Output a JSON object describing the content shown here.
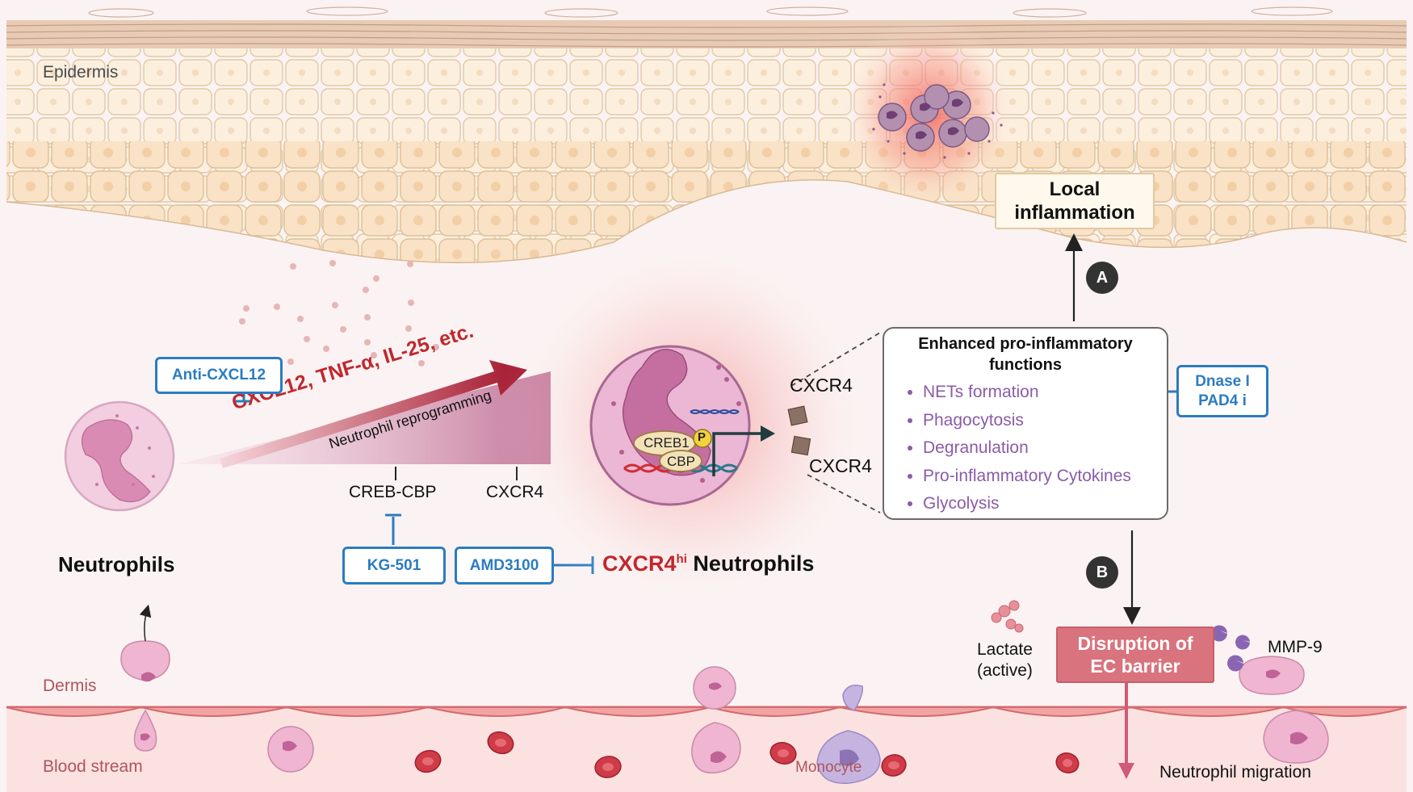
{
  "layers": {
    "epidermis": "Epidermis",
    "dermis": "Dermis",
    "blood_stream": "Blood stream"
  },
  "left": {
    "neutrophils_label": "Neutrophils",
    "cytokines_label": "CXCL12, TNF-α, IL-25, etc.",
    "reprogramming_label": "Neutrophil reprogramming",
    "creb_cbp_label": "CREB-CBP",
    "cxcr4_label": "CXCR4"
  },
  "inhibitors": {
    "anti_cxcl12": "Anti-CXCL12",
    "kg501": "KG-501",
    "amd3100": "AMD3100",
    "dnase_line1": "Dnase I",
    "dnase_line2": "PAD4 i"
  },
  "center": {
    "title_main": "CXCR4",
    "title_sup": "hi",
    "title_rest": " Neutrophils",
    "receptor_top": "CXCR4",
    "receptor_bottom": "CXCR4",
    "creb1": "CREB1",
    "phospho": "P",
    "cbp": "CBP"
  },
  "functions": {
    "title_line1": "Enhanced pro-inflammatory",
    "title_line2": "functions",
    "items": [
      "NETs formation",
      "Phagocytosis",
      "Degranulation",
      "Pro-inflammatory Cytokines",
      "Glycolysis"
    ]
  },
  "outcomes": {
    "local_line1": "Local",
    "local_line2": "inflammation",
    "disruption_line1": "Disruption of",
    "disruption_line2": "EC barrier",
    "badge_a": "A",
    "badge_b": "B",
    "lactate_line1": "Lactate",
    "lactate_line2": "(active)",
    "mmp9": "MMP-9",
    "monocyte": "Monocyte",
    "migration": "Neutrophil migration"
  },
  "colors": {
    "inhibitor_blue": "#2b7cc0",
    "emphasis_red": "#c0282d",
    "function_purple": "#8a5ca8",
    "disruption_fill": "#d9737d",
    "vessel_red": "#e68a8e"
  }
}
